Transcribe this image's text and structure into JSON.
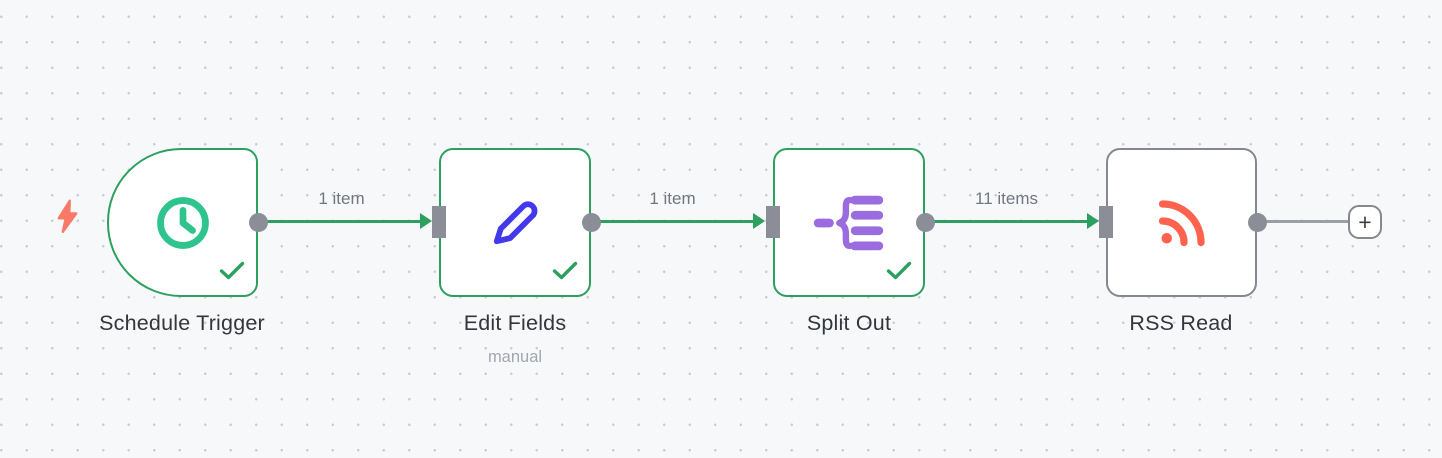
{
  "app": "workflow-canvas",
  "colors": {
    "success_green": "#2da05f",
    "node_gray_border": "#85888f",
    "port_gray": "#8b8e96",
    "label_text": "#33363c",
    "subtitle_text": "#a1a5ad",
    "connection_label_text": "#72767e",
    "clock_icon": "#2fc48e",
    "pencil_icon": "#4238ec",
    "split_icon": "#9b6ce0",
    "rss_icon": "#ff6350",
    "bolt_icon": "#f87a66"
  },
  "workflow": {
    "nodes": [
      {
        "label": "Schedule Trigger",
        "subtitle": "",
        "icon": "clock-icon",
        "status": "success",
        "shape": "trigger"
      },
      {
        "label": "Edit Fields",
        "subtitle": "manual",
        "icon": "pencil-icon",
        "status": "success",
        "shape": "square"
      },
      {
        "label": "Split Out",
        "subtitle": "",
        "icon": "split-out-icon",
        "status": "success",
        "shape": "square"
      },
      {
        "label": "RSS Read",
        "subtitle": "",
        "icon": "rss-icon",
        "status": "none",
        "shape": "square"
      }
    ],
    "connections": [
      {
        "from": "Schedule Trigger",
        "to": "Edit Fields",
        "label": "1 item"
      },
      {
        "from": "Edit Fields",
        "to": "Split Out",
        "label": "1 item"
      },
      {
        "from": "Split Out",
        "to": "RSS Read",
        "label": "11 items"
      },
      {
        "from": "RSS Read",
        "to": "add-node-button",
        "label": ""
      }
    ],
    "add_button_label": "+"
  }
}
